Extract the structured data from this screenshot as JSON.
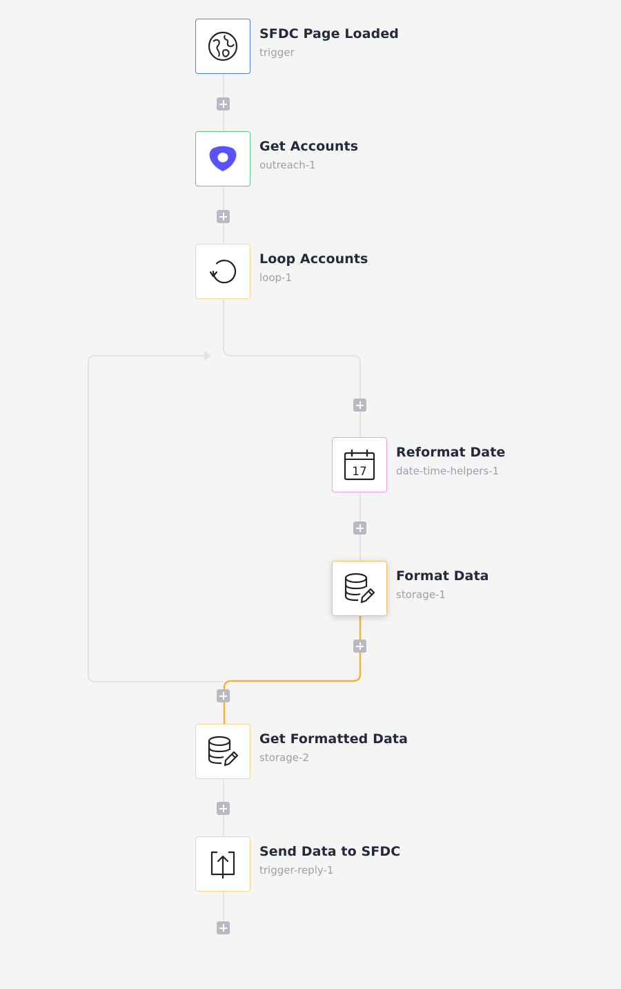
{
  "nodes": [
    {
      "title": "SFDC Page Loaded",
      "subtitle": "trigger",
      "icon": "globe-icon",
      "border_color": "#4b7fe0"
    },
    {
      "title": "Get Accounts",
      "subtitle": "outreach-1",
      "icon": "outreach-logo-icon",
      "border_color": "#58c98d",
      "logo_color": "#5952ff"
    },
    {
      "title": "Loop Accounts",
      "subtitle": "loop-1",
      "icon": "loop-icon",
      "border_color": "#f6d68a"
    },
    {
      "title": "Reformat Date",
      "subtitle": "date-time-helpers-1",
      "icon": "calendar-icon",
      "icon_text": "17",
      "border_color": "#ef9be0"
    },
    {
      "title": "Format Data",
      "subtitle": "storage-1",
      "icon": "database-edit-icon",
      "border_color": "#f6c35a",
      "selected": true
    },
    {
      "title": "Get Formatted Data",
      "subtitle": "storage-2",
      "icon": "database-edit-icon",
      "border_color": "#f6d68a"
    },
    {
      "title": "Send Data to SFDC",
      "subtitle": "trigger-reply-1",
      "icon": "upload-icon",
      "border_color": "#f6d68a"
    }
  ],
  "colors": {
    "canvas_bg": "#f5f5f5",
    "connector": "#e3e3e3",
    "highlight_connector": "#f5b235",
    "add_button": "#b9b9c3"
  }
}
